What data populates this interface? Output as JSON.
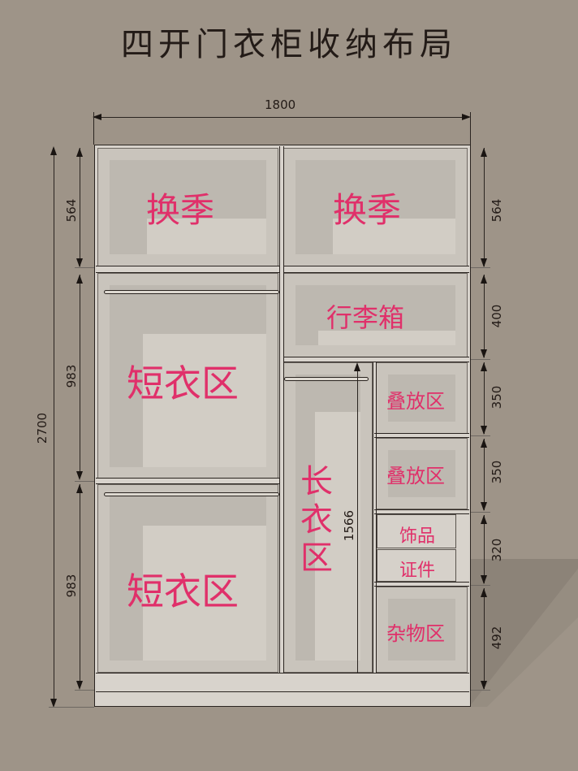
{
  "title": "四开门衣柜收纳布局",
  "colors": {
    "background": "#9e9488",
    "label": "#e0306a",
    "panel": "#d8d3cc",
    "line": "#2a2420"
  },
  "dimensions": {
    "total_width": "1800",
    "total_height": "2700",
    "left": {
      "top_section": "564",
      "upper_short": "983",
      "lower_short": "983"
    },
    "right": {
      "top_section": "564",
      "luggage": "400",
      "fold_1": "350",
      "fold_2": "350",
      "drawers": "320",
      "misc": "492"
    },
    "long_hang": "1566"
  },
  "zones": {
    "seasonal_left": "换季",
    "seasonal_right": "换季",
    "luggage": "行李箱",
    "short_upper": "短衣区",
    "short_lower": "短衣区",
    "long_clothes": [
      "长",
      "衣",
      "区"
    ],
    "fold_1": "叠放区",
    "fold_2": "叠放区",
    "drawer_1": "饰品",
    "drawer_2": "证件",
    "misc": "杂物区"
  }
}
